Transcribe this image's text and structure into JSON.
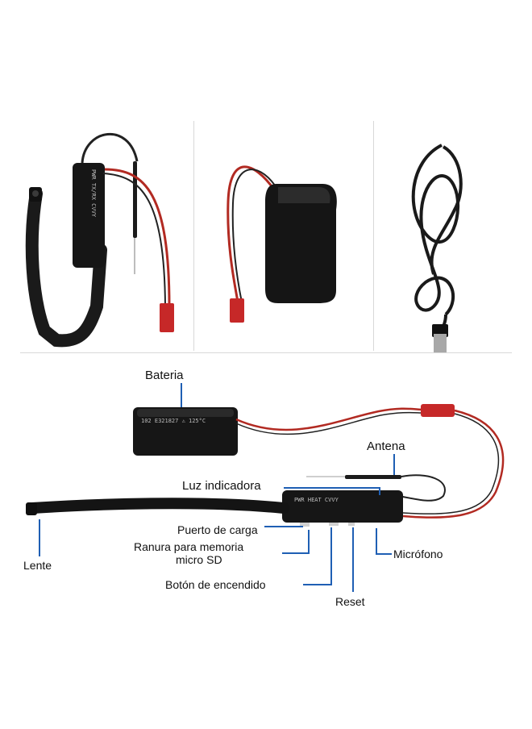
{
  "labels": {
    "bateria": "Bateria",
    "antena": "Antena",
    "luz": "Luz indicadora",
    "puerto": "Puerto de carga",
    "ranura_l1": "Ranura para memoria",
    "ranura_l2": "micro SD",
    "lente": "Lente",
    "microfono": "Micrófono",
    "boton": "Botón de encendido",
    "reset": "Reset"
  },
  "prints": {
    "board_top": "PWR  HEAT  CVVY",
    "board_top_panel": "PWR TX/RX CVVY",
    "battery": "102 E321827   ⚠   125°C"
  },
  "colors": {
    "lead_lines": "#1f5fb4",
    "wire_red": "#b22a22",
    "connector": "#c62828",
    "device": "#161616"
  }
}
